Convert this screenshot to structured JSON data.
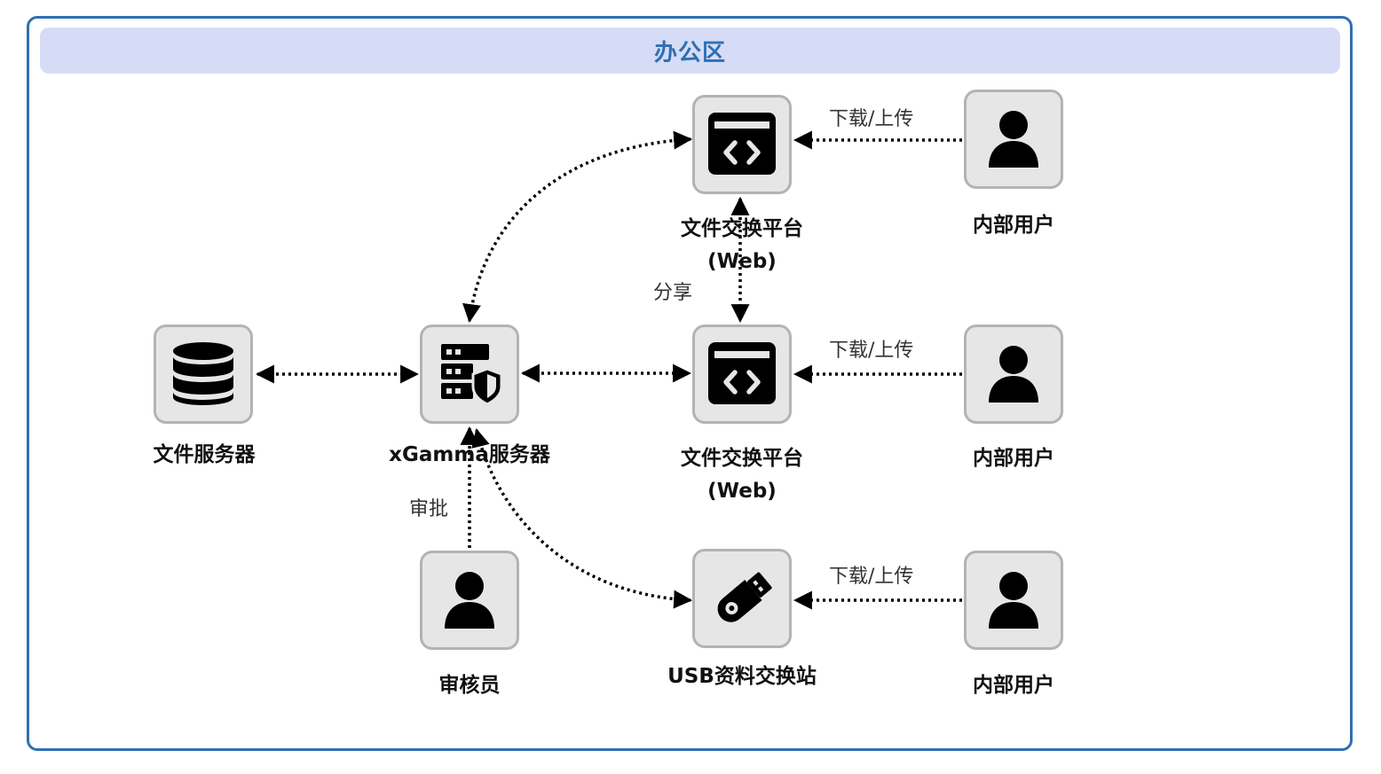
{
  "zone": {
    "title": "办公区"
  },
  "nodes": {
    "file_server": {
      "label": "文件服务器"
    },
    "xgamma_server": {
      "label": "xGamma服务器"
    },
    "web_platform_top": {
      "label_line1": "文件交换平台",
      "label_line2": "(Web)"
    },
    "web_platform_mid": {
      "label_line1": "文件交换平台",
      "label_line2": "(Web)"
    },
    "usb_station": {
      "label": "USB资料交换站"
    },
    "user_top": {
      "label": "内部用户"
    },
    "user_mid": {
      "label": "内部用户"
    },
    "user_bottom": {
      "label": "内部用户"
    },
    "auditor": {
      "label": "审核员"
    }
  },
  "edge_labels": {
    "top_transfer": "下载/上传",
    "mid_transfer": "下载/上传",
    "bottom_transfer": "下载/上传",
    "share": "分享",
    "approve": "审批"
  },
  "colors": {
    "frame": "#2f6fb3",
    "zone_bar": "#d6dcf6",
    "node_fill": "#e6e6e6",
    "node_border": "#b3b3b3",
    "edge": "#000000"
  },
  "icons": {
    "file_server": "database-icon",
    "xgamma_server": "server-shield-icon",
    "web_platform": "code-window-icon",
    "usb_station": "usb-drive-icon",
    "user": "user-icon"
  }
}
